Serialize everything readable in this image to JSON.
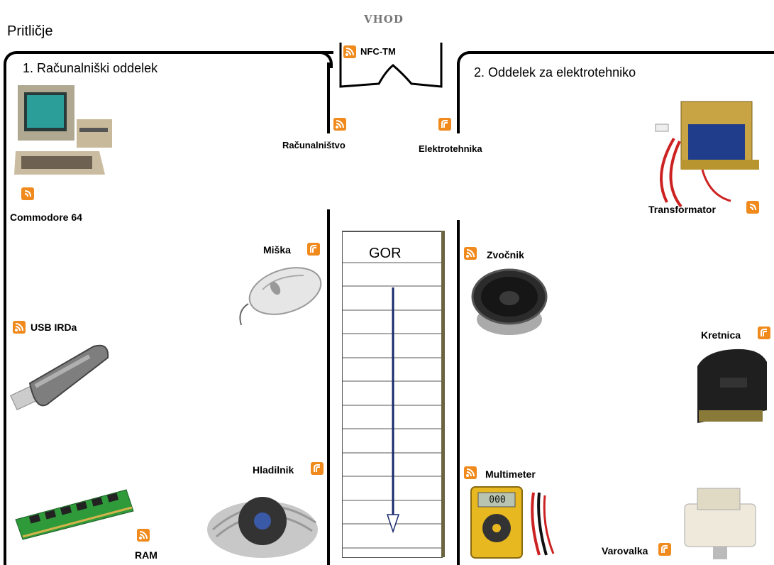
{
  "floor_title": "Pritličje",
  "entrance_label": "VHOD",
  "stairs_label": "GOR",
  "rooms": [
    {
      "name": "1. Računalniški oddelek"
    },
    {
      "name": "2. Oddelek za elektrotehniko"
    }
  ],
  "tags": {
    "nfc_tm": "NFC-TM",
    "racunalnistvo": "Računalništvo",
    "elektrotehnika": "Elektrotehnika",
    "commodore": "Commodore 64",
    "miska": "Miška",
    "usb_irda": "USB IRDa",
    "hladilnik": "Hladilnik",
    "ram": "RAM",
    "transformator": "Transformator",
    "zvocnik": "Zvočnik",
    "kretnica": "Kretnica",
    "multimeter": "Multimeter",
    "varovalka": "Varovalka"
  },
  "multimeter_display": "000",
  "colors": {
    "rss_orange": "#f08a1c",
    "wall": "#000000",
    "stair_arrow": "#1a2a6c",
    "stair_rail": "#6b6440"
  },
  "icons": {
    "rss": "rss-feed-icon",
    "nfc": "nfc-tag-icon",
    "mobile": "mobile-tag-icon"
  }
}
